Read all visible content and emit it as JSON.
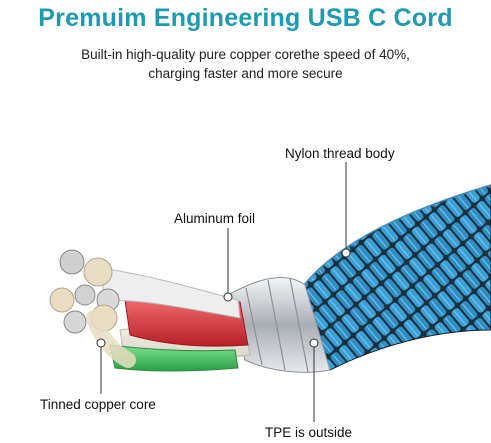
{
  "header": {
    "title": "Premuim Engineering USB C Cord",
    "subtitle_line1": "Built-in high-quality pure copper corethe speed of 40%,",
    "subtitle_line2": "charging faster and more secure"
  },
  "callouts": {
    "nylon": "Nylon thread body",
    "foil": "Aluminum foil",
    "tinned": "Tinned copper core",
    "tpe": "TPE is outside"
  },
  "colors": {
    "title": "#1f9bb0",
    "braid_blue": "#2f8fc4",
    "braid_dark": "#1b2f3d",
    "foil": "#c9cdd2",
    "wire_red": "#d8343c",
    "wire_green": "#3fc25a",
    "wire_white": "#f2ede2",
    "copper": "#e8dcc2"
  }
}
